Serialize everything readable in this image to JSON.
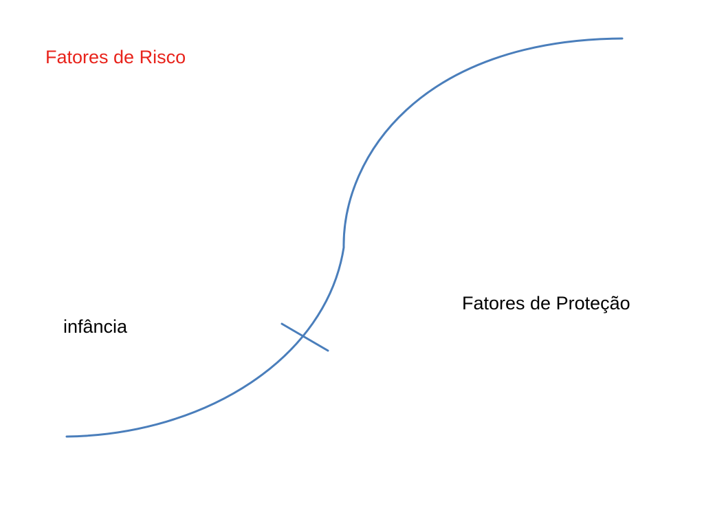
{
  "labels": {
    "risk_factors": "Fatores de Risco",
    "protection_factors": "Fatores de Proteção",
    "childhood": "infância"
  },
  "colors": {
    "risk_text": "#e8231b",
    "body_text": "#000000",
    "curve": "#4a7ebb"
  }
}
